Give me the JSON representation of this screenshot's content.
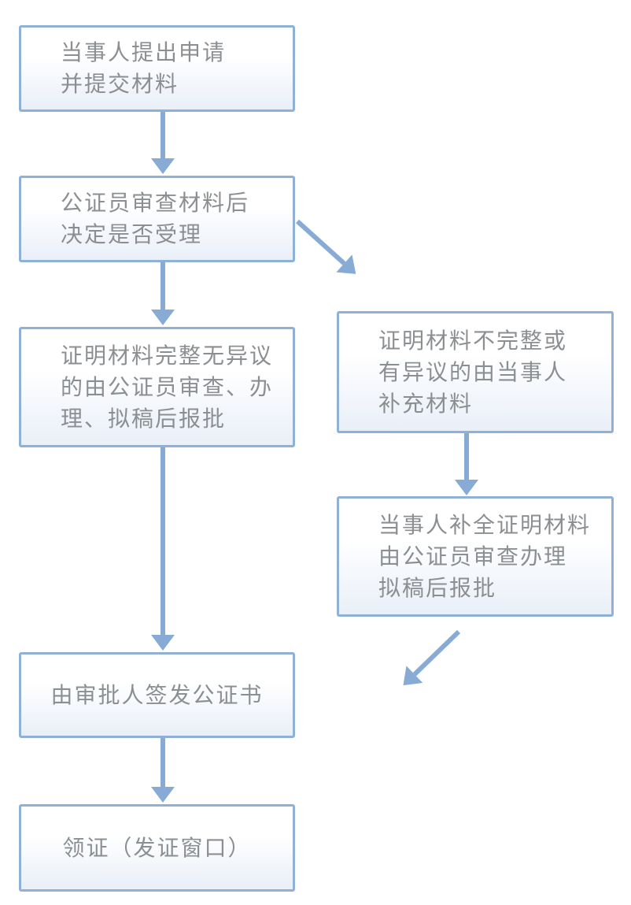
{
  "style": {
    "box_border_color": "#8fb1d6",
    "box_fill_top": "#ffffff",
    "box_fill_bottom": "#e9eff8",
    "arrow_color": "#87abd5",
    "text_color": "#8c8f92",
    "background_color": "#ffffff"
  },
  "flowchart": {
    "nodes": [
      {
        "id": "step-apply",
        "text": "当事人提出申请\n并提交材料"
      },
      {
        "id": "step-review",
        "text": "公证员审查材料后\n决定是否受理"
      },
      {
        "id": "step-complete-materials",
        "text": "证明材料完整无异议\n的由公证员审查、办\n理、拟稿后报批"
      },
      {
        "id": "step-incomplete-materials",
        "text": "证明材料不完整或\n有异议的由当事人\n补充材料"
      },
      {
        "id": "step-supplement",
        "text": "当事人补全证明材料\n由公证员审查办理\n拟稿后报批"
      },
      {
        "id": "step-issue",
        "text": "由审批人签发公证书"
      },
      {
        "id": "step-collect",
        "text": "领证（发证窗口）"
      }
    ],
    "connectors": [
      {
        "id": "arrow-apply-review",
        "from": "step-apply",
        "to": "step-review",
        "direction": "down"
      },
      {
        "id": "arrow-review-complete",
        "from": "step-review",
        "to": "step-complete-materials",
        "direction": "down"
      },
      {
        "id": "arrow-review-incomplete",
        "from": "step-review",
        "to": "step-incomplete-materials",
        "direction": "down-right"
      },
      {
        "id": "arrow-incomplete-supplement",
        "from": "step-incomplete-materials",
        "to": "step-supplement",
        "direction": "down"
      },
      {
        "id": "arrow-supplement-return",
        "from": "step-supplement",
        "to": "",
        "direction": "down-left"
      },
      {
        "id": "arrow-complete-issue",
        "from": "step-complete-materials",
        "to": "step-issue",
        "direction": "down"
      },
      {
        "id": "arrow-issue-collect",
        "from": "step-issue",
        "to": "step-collect",
        "direction": "down"
      }
    ]
  }
}
